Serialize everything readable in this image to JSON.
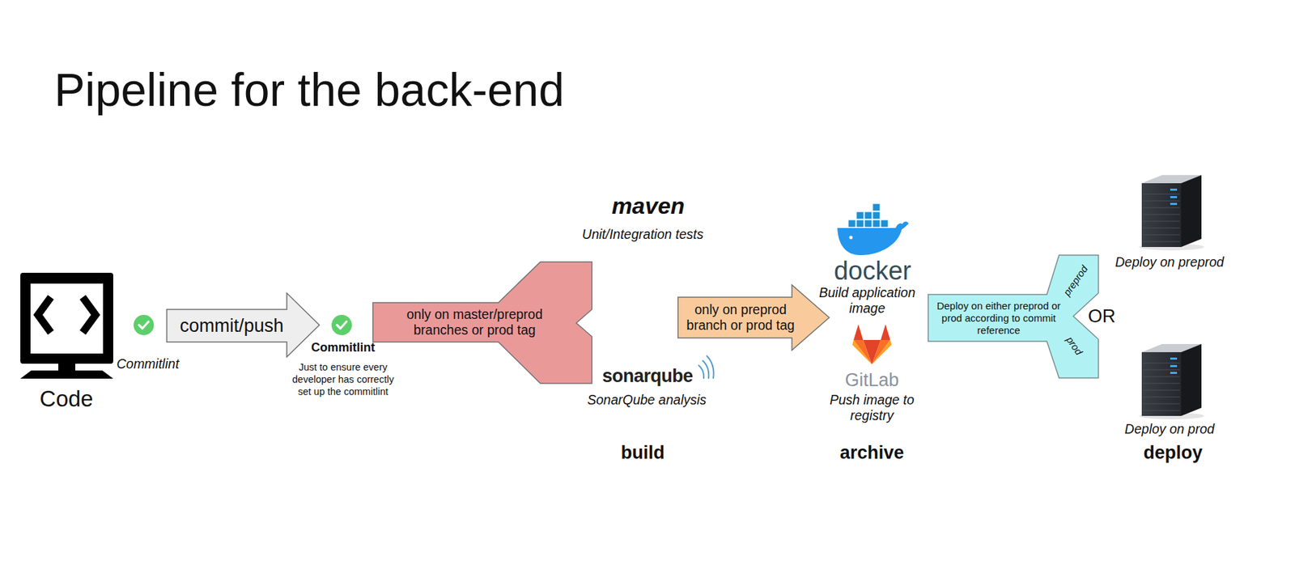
{
  "diagram": {
    "title": "Pipeline for the back-end",
    "nodes": [
      {
        "text": [
          "commit/push"
        ]
      },
      {
        "text": [
          "only on master/preprod branches or prod tag"
        ]
      },
      {
        "text": [
          "only on preprod branch or prod tag"
        ]
      },
      {
        "text": [
          "Deploy on either preprod or prod according to commit reference",
          "preprod",
          "prod"
        ]
      }
    ],
    "labels": [
      "Commitlint",
      "Code",
      "Commitlint",
      "Just to ensure every developer has correctly set up the commitlint",
      "maven",
      "Unit/Integration tests",
      "sonarqube",
      "SonarQube analysis",
      "build",
      "docker",
      "Build application image",
      "GitLab",
      "Push image to registry",
      "archive",
      "OR",
      "Deploy on preprod",
      "Deploy on prod",
      "deploy"
    ]
  }
}
